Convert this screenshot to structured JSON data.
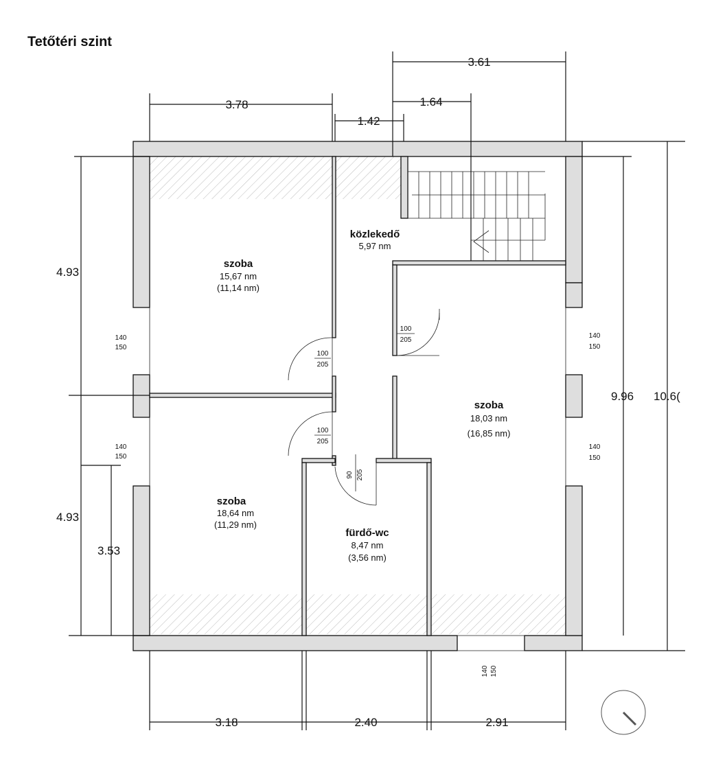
{
  "title": "Tetőtéri szint",
  "dimensions": {
    "top_total": "3.61",
    "top_left": "3.78",
    "top_mid": "1.42",
    "top_stair": "1.64",
    "left_upper": "4.93",
    "left_lower": "4.93",
    "left_inner": "3.53",
    "right_inner": "9.96",
    "right_outer": "10.6(",
    "bottom_1": "3.18",
    "bottom_2": "2.40",
    "bottom_3": "2.91"
  },
  "rooms": [
    {
      "name": "szoba",
      "area": "15,67 nm",
      "net": "(11,14 nm)"
    },
    {
      "name": "közlekedő",
      "area": "5,97 nm",
      "net": ""
    },
    {
      "name": "szoba",
      "area": "18,03 nm",
      "net": "(16,85 nm)"
    },
    {
      "name": "szoba",
      "area": "18,64 nm",
      "net": "(11,29 nm)"
    },
    {
      "name": "fürdő-wc",
      "area": "8,47 nm",
      "net": "(3,56 nm)"
    }
  ],
  "openings": {
    "win_left_upper": {
      "w": "140",
      "h": "150"
    },
    "win_left_lower": {
      "w": "140",
      "h": "150"
    },
    "win_right_upper": {
      "w": "140",
      "h": "150"
    },
    "win_right_lower": {
      "w": "140",
      "h": "150"
    },
    "win_bottom": {
      "w": "140",
      "h": "150"
    },
    "door_room1": {
      "w": "100",
      "h": "205"
    },
    "door_room2": {
      "w": "100",
      "h": "205"
    },
    "door_right": {
      "w": "100",
      "h": "205"
    },
    "door_bath": {
      "w": "90",
      "h": "205"
    }
  }
}
